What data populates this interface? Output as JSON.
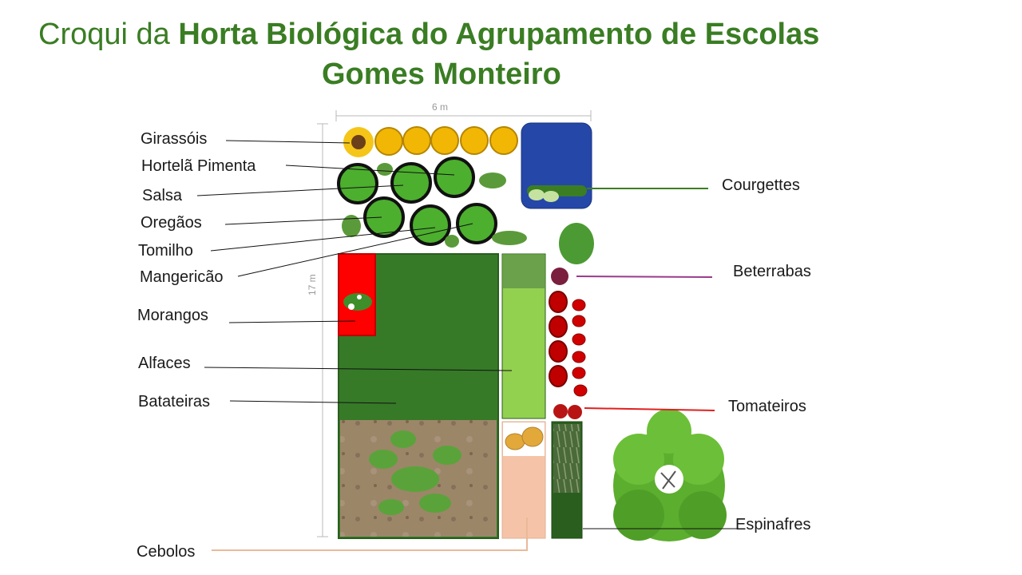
{
  "title": {
    "prefix": "Croqui da ",
    "bold_line1": "Horta Biológica do Agrupamento de Escolas",
    "bold_line2": "Gomes Monteiro"
  },
  "dimensions": {
    "width": "6 m",
    "length": "17 m"
  },
  "labels": {
    "girassois": "Girassóis",
    "hortela": "Hortelã Pimenta",
    "salsa": "Salsa",
    "oregaos": "Oregãos",
    "tomilho": "Tomilho",
    "mangericao": "Mangericão",
    "morangos": "Morangos",
    "alfaces": "Alfaces",
    "batateiras": "Batateiras",
    "cebolos": "Cebolos",
    "courgettes": "Courgettes",
    "beterrabas": "Beterrabas",
    "tomateiros": "Tomateiros",
    "espinafres": "Espinafres"
  },
  "colors": {
    "title": "#3a7d23",
    "potato_bed": "#367a28",
    "lettuce_bed": "#92d050",
    "strawberry_bed": "#ff0000",
    "courgette_bed": "#2547a8",
    "onion_bed": "#f5c4a8",
    "spinach_bed": "#2a5e1e",
    "herb_pot": "#4caf2e",
    "sunflower": "#f2b705",
    "beet_line": "#9b3a8d",
    "tomato_line": "#e02020",
    "cebolo_line": "#e8b999",
    "courgette_line": "#3a7d23"
  }
}
